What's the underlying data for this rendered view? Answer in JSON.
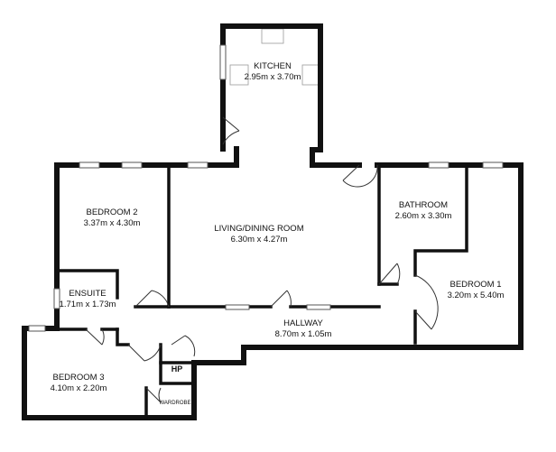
{
  "rooms": {
    "kitchen": {
      "name": "KITCHEN",
      "dims": "2.95m x 3.70m"
    },
    "bedroom2": {
      "name": "BEDROOM 2",
      "dims": "3.37m x 4.30m"
    },
    "living": {
      "name": "LIVING/DINING ROOM",
      "dims": "6.30m x 4.27m"
    },
    "bathroom": {
      "name": "BATHROOM",
      "dims": "2.60m x 3.30m"
    },
    "bedroom1": {
      "name": "BEDROOM 1",
      "dims": "3.20m x 5.40m"
    },
    "ensuite": {
      "name": "ENSUITE",
      "dims": "1.71m x 1.73m"
    },
    "hallway": {
      "name": "HALLWAY",
      "dims": "8.70m x 1.05m"
    },
    "bedroom3": {
      "name": "BEDROOM 3",
      "dims": "4.10m x 2.20m"
    },
    "hp": {
      "name": "HP"
    },
    "wardrobe": {
      "name": "WARDROBE"
    }
  }
}
